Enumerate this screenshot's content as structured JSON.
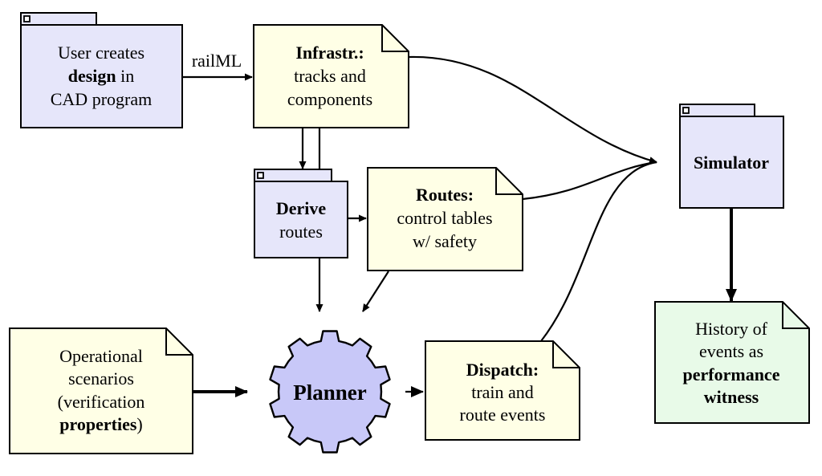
{
  "colors": {
    "process_fill": "#e6e6fa",
    "document_fill": "#ffffe6",
    "output_fill": "#e8fae8",
    "planner_fill": "#c8c8f8",
    "stroke": "#000000"
  },
  "nodes": {
    "user_design": {
      "line1": "User creates",
      "line2_bold": "design",
      "line2_rest": " in",
      "line3": "CAD program"
    },
    "infrastructure": {
      "title": "Infrastr.:",
      "line2": "tracks and",
      "line3": "components"
    },
    "derive_routes": {
      "title": "Derive",
      "line2": "routes"
    },
    "routes": {
      "title": "Routes:",
      "line2": "control tables",
      "line3": "w/ safety"
    },
    "simulator": {
      "title": "Simulator"
    },
    "history": {
      "line1": "History of",
      "line2": "events as",
      "line3_bold": "performance",
      "line4_bold": "witness"
    },
    "operational": {
      "line1": "Operational",
      "line2": "scenarios",
      "line3": "(verification",
      "line4_bold": "properties",
      "line4_rest": ")"
    },
    "planner": {
      "title": "Planner"
    },
    "dispatch": {
      "title": "Dispatch:",
      "line2": "train and",
      "line3": "route events"
    }
  },
  "edges": {
    "user_to_infra_label": "railML"
  }
}
